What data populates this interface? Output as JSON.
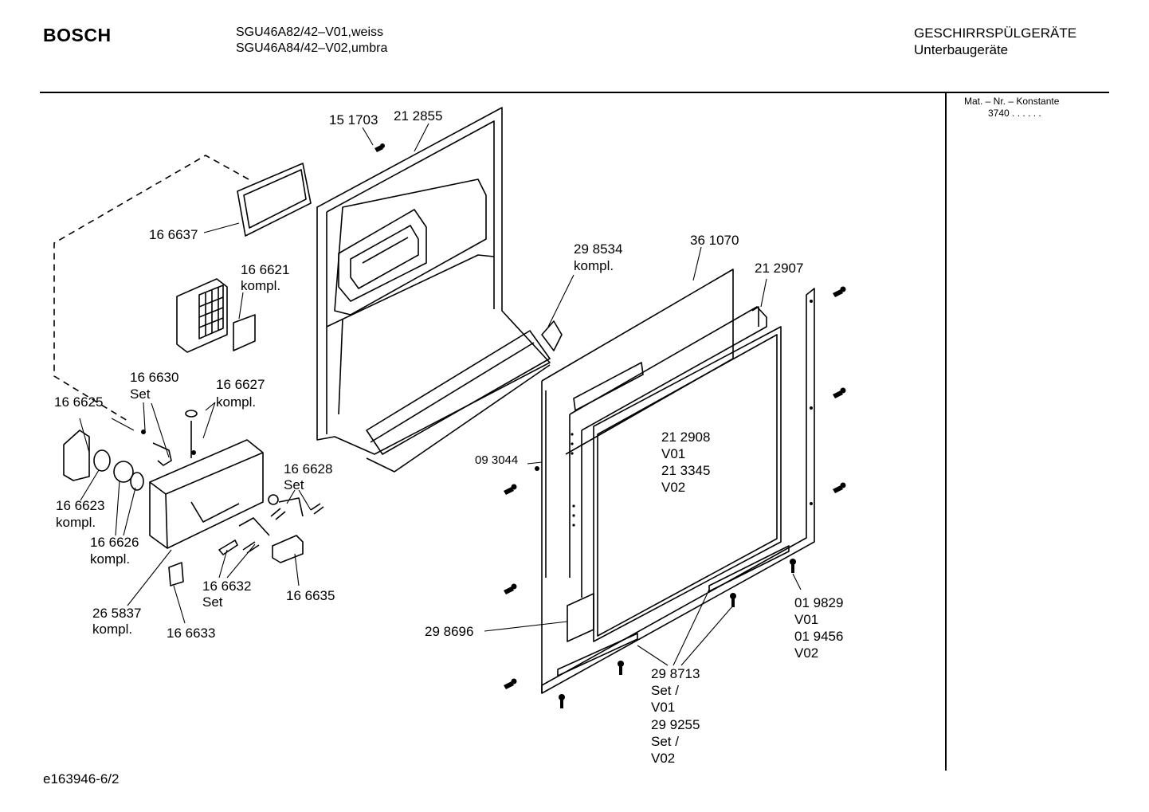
{
  "header": {
    "brand": "BOSCH",
    "model_line_1": "SGU46A82/42–V01,weiss",
    "model_line_2": "SGU46A84/42–V02,umbra",
    "category_line_1": "GESCHIRRSPÜLGERÄTE",
    "category_line_2": "Unterbaugeräte"
  },
  "sidebar": {
    "mat_nr_label": "Mat. – Nr. – Konstante",
    "mat_nr_value": "3740 . . . . . ."
  },
  "footer": {
    "drawing_id": "e163946-6/2"
  },
  "parts": {
    "p151703": "15 1703",
    "p212855": "21 2855",
    "p166637": "16 6637",
    "p166621": "16 6621",
    "p166621_sub": "kompl.",
    "p298534": "29 8534",
    "p298534_sub": "kompl.",
    "p361070": "36 1070",
    "p212907": "21 2907",
    "p166630": "16 6630",
    "p166630_sub": "Set",
    "p166627": "16 6627",
    "p166627_sub": "kompl.",
    "p166625": "16 6625",
    "p166628": "16 6628",
    "p166628_sub": "Set",
    "p093044": "09 3044",
    "p212908": "21 2908",
    "p212908_sub": "V01",
    "p213345": "21 3345",
    "p213345_sub": "V02",
    "p166623": "16 6623",
    "p166623_sub": "kompl.",
    "p166626": "16 6626",
    "p166626_sub": "kompl.",
    "p166632": "16 6632",
    "p166632_sub": "Set",
    "p166635": "16 6635",
    "p265837": "26 5837",
    "p265837_sub": "kompl.",
    "p166633": "16 6633",
    "p298696": "29 8696",
    "p019829": "01 9829",
    "p019829_sub": "V01",
    "p019456": "01 9456",
    "p019456_sub": "V02",
    "p298713": "29 8713",
    "p298713_sub1": "Set /",
    "p298713_sub2": "V01",
    "p299255": "29 9255",
    "p299255_sub1": "Set /",
    "p299255_sub2": "V02"
  }
}
